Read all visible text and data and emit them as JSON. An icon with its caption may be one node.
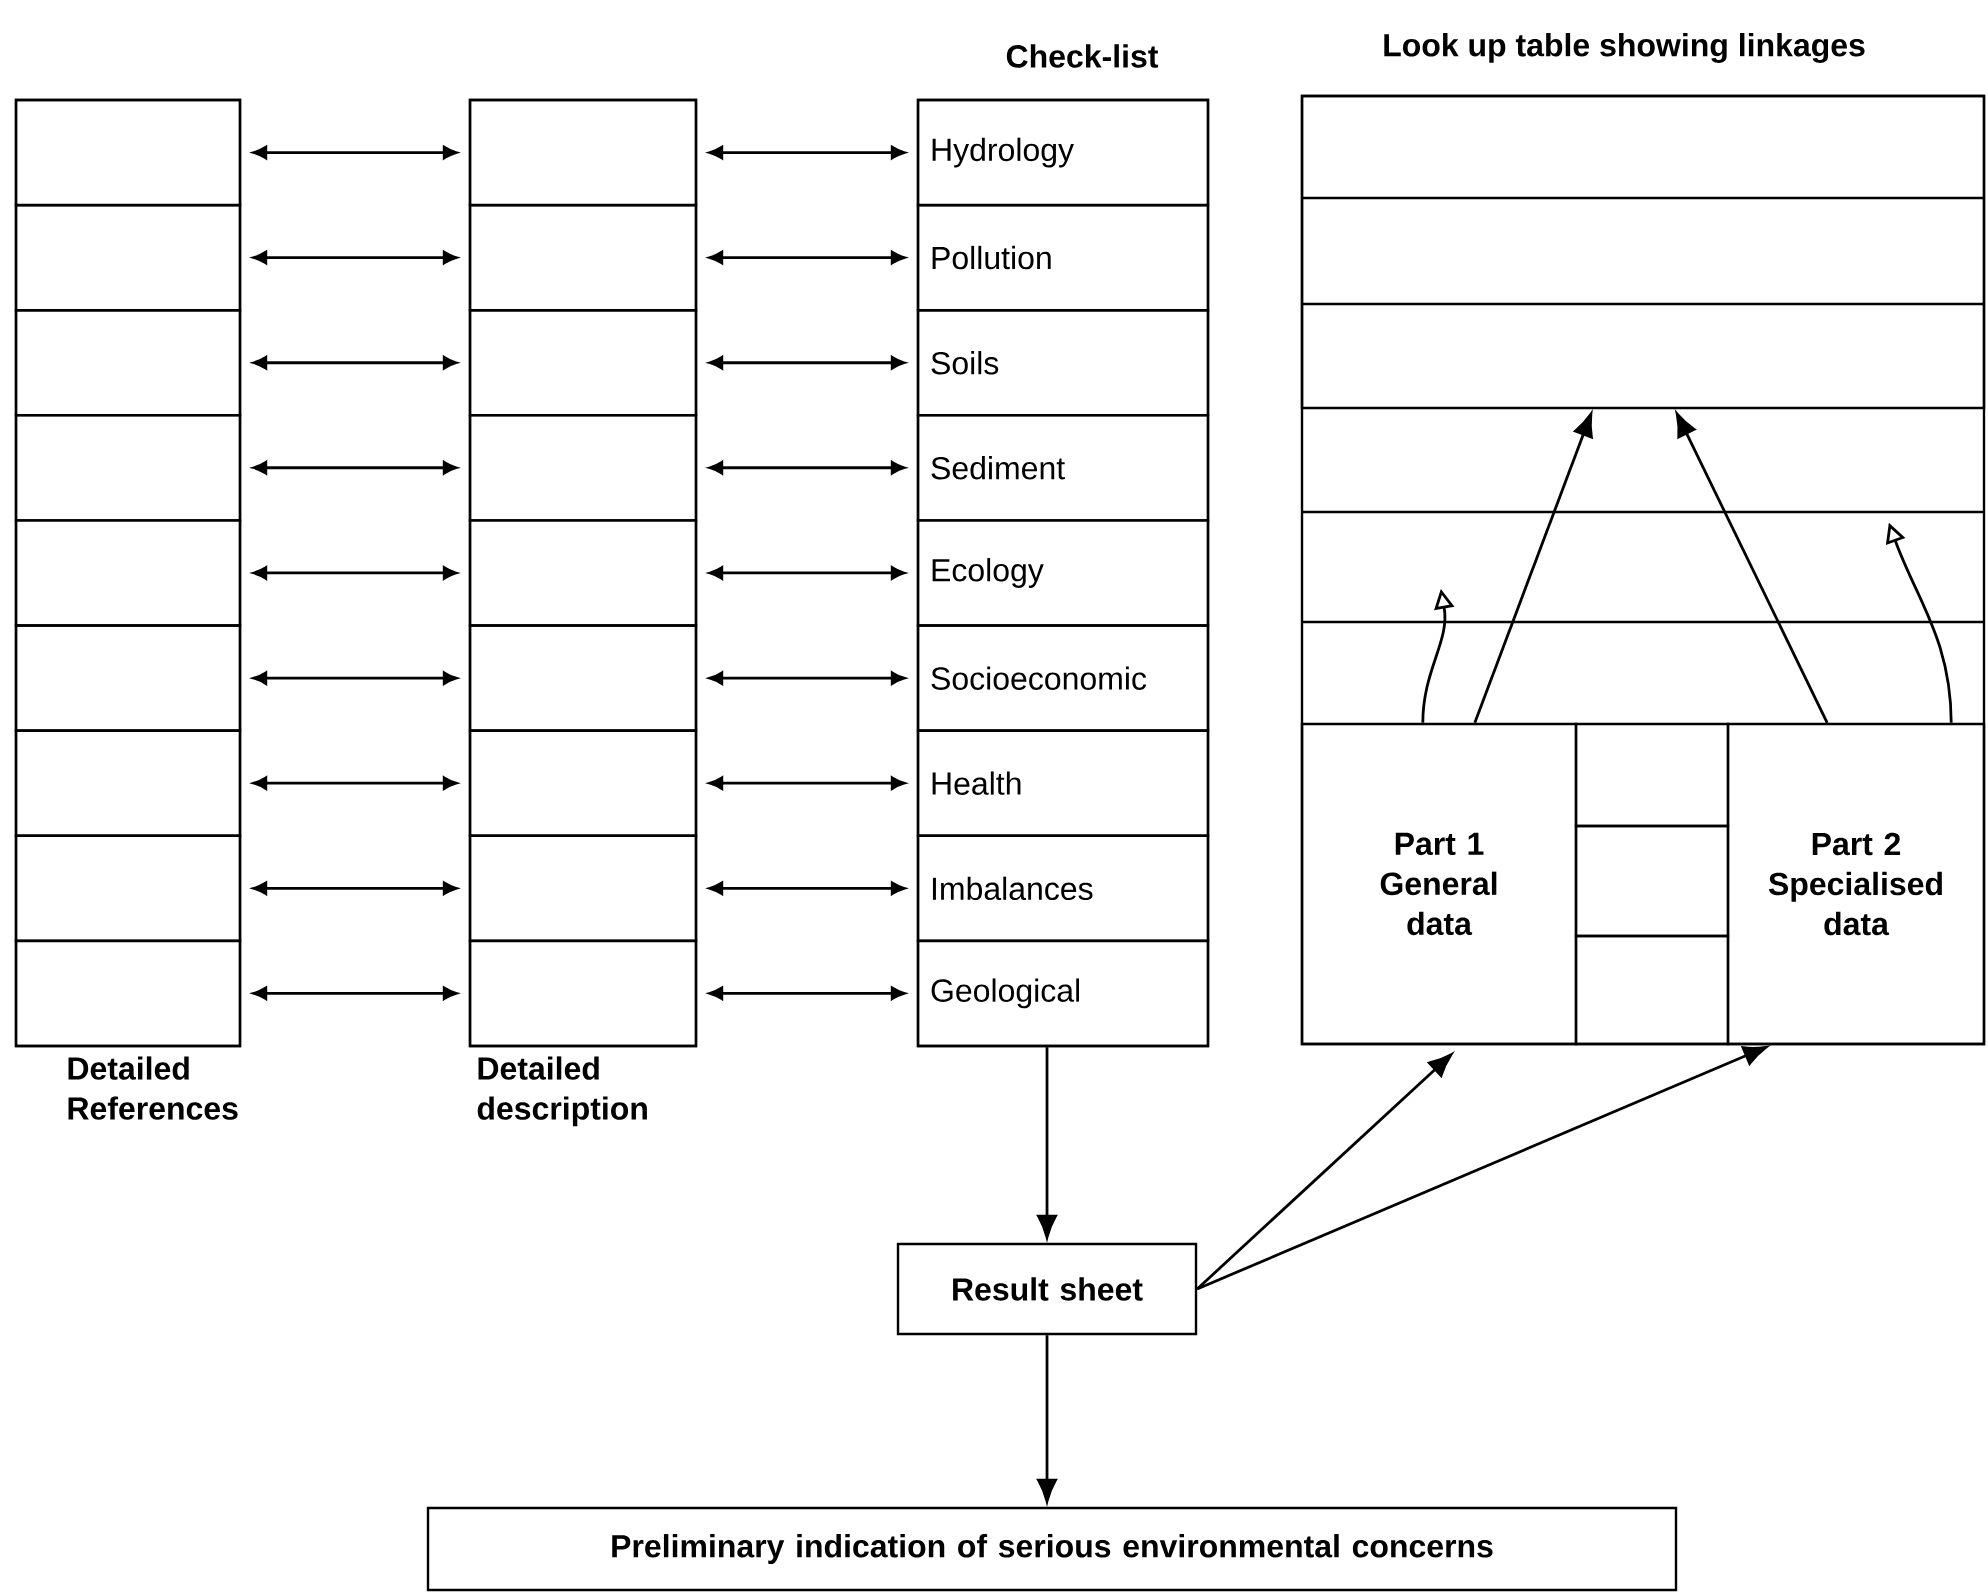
{
  "diagram": {
    "nodes": [
      {
        "text": [],
        "shape": "box",
        "beside": [
          "Detailed References"
        ]
      },
      {
        "text": [],
        "shape": "box",
        "in": 0
      },
      {
        "text": [],
        "shape": "box",
        "in": 0
      },
      {
        "text": [],
        "shape": "box",
        "in": 0
      },
      {
        "text": [],
        "shape": "box",
        "in": 0
      },
      {
        "text": [],
        "shape": "box",
        "in": 0
      },
      {
        "text": [],
        "shape": "box",
        "in": 0
      },
      {
        "text": [],
        "shape": "box",
        "in": 0
      },
      {
        "text": [],
        "shape": "box",
        "in": 0
      },
      {
        "text": [],
        "shape": "box",
        "in": 0
      },
      {
        "text": [],
        "shape": "box",
        "beside": [
          "Detailed description"
        ]
      },
      {
        "text": [],
        "shape": "box",
        "in": 10
      },
      {
        "text": [],
        "shape": "box",
        "in": 10
      },
      {
        "text": [],
        "shape": "box",
        "in": 10
      },
      {
        "text": [],
        "shape": "box",
        "in": 10
      },
      {
        "text": [],
        "shape": "box",
        "in": 10
      },
      {
        "text": [],
        "shape": "box",
        "in": 10
      },
      {
        "text": [],
        "shape": "box",
        "in": 10
      },
      {
        "text": [],
        "shape": "box",
        "in": 10
      },
      {
        "text": [],
        "shape": "box",
        "in": 10
      },
      {
        "text": [
          "Check-list"
        ]
      },
      {
        "text": [
          "Hydrology"
        ],
        "in": 20
      },
      {
        "text": [
          "Pollution"
        ],
        "in": 20
      },
      {
        "text": [
          "Soils"
        ],
        "in": 20
      },
      {
        "text": [
          "Sediment"
        ],
        "in": 20
      },
      {
        "text": [
          "Ecology"
        ],
        "in": 20
      },
      {
        "text": [
          "Socioeconomic"
        ],
        "in": 20
      },
      {
        "text": [
          "Health"
        ],
        "in": 20
      },
      {
        "text": [
          "Imbalances"
        ],
        "in": 20
      },
      {
        "text": [
          "Geological"
        ],
        "in": 20
      },
      {
        "text": [
          "Look up table showing linkages"
        ]
      },
      {
        "text": [],
        "shape": "box",
        "in": 30
      },
      {
        "text": [
          "Part 1",
          "General data"
        ],
        "in": 30
      },
      {
        "text": [],
        "shape": "box",
        "in": 30
      },
      {
        "text": [],
        "shape": "box",
        "in": 30
      },
      {
        "text": [],
        "shape": "box",
        "in": 30
      },
      {
        "text": [
          "Part 2",
          "Specialised data"
        ],
        "in": 30
      },
      {
        "text": [
          "Result sheet"
        ]
      },
      {
        "text": [
          "Preliminary indication of serious environmental concerns"
        ]
      }
    ],
    "edges": [
      {
        "from": 1,
        "to": 11,
        "arrow": "both"
      },
      {
        "from": 2,
        "to": 12,
        "arrow": "both"
      },
      {
        "from": 3,
        "to": 13,
        "arrow": "both"
      },
      {
        "from": 4,
        "to": 14,
        "arrow": "both"
      },
      {
        "from": 5,
        "to": 15,
        "arrow": "both"
      },
      {
        "from": 6,
        "to": 16,
        "arrow": "both"
      },
      {
        "from": 7,
        "to": 17,
        "arrow": "both"
      },
      {
        "from": 8,
        "to": 18,
        "arrow": "both"
      },
      {
        "from": 9,
        "to": 19,
        "arrow": "both"
      },
      {
        "from": 11,
        "to": 21,
        "arrow": "both"
      },
      {
        "from": 12,
        "to": 22,
        "arrow": "both"
      },
      {
        "from": 13,
        "to": 23,
        "arrow": "both"
      },
      {
        "from": 14,
        "to": 24,
        "arrow": "both"
      },
      {
        "from": 15,
        "to": 25,
        "arrow": "both"
      },
      {
        "from": 16,
        "to": 26,
        "arrow": "both"
      },
      {
        "from": 17,
        "to": 27,
        "arrow": "both"
      },
      {
        "from": 18,
        "to": 28,
        "arrow": "both"
      },
      {
        "from": 19,
        "to": 29,
        "arrow": "both"
      },
      {
        "from": 20,
        "to": 37,
        "arrow": "to"
      },
      {
        "from": 37,
        "to": 32,
        "arrow": "to"
      },
      {
        "from": 37,
        "to": 36,
        "arrow": "to"
      },
      {
        "from": 37,
        "to": 38,
        "arrow": "to"
      },
      {
        "from": 32,
        "to": 31,
        "arrow": "to"
      },
      {
        "from": 36,
        "to": 31,
        "arrow": "to"
      },
      {
        "from": 32,
        "to": null,
        "arrow": "to"
      },
      {
        "from": 36,
        "to": 30,
        "arrow": "to"
      }
    ]
  }
}
